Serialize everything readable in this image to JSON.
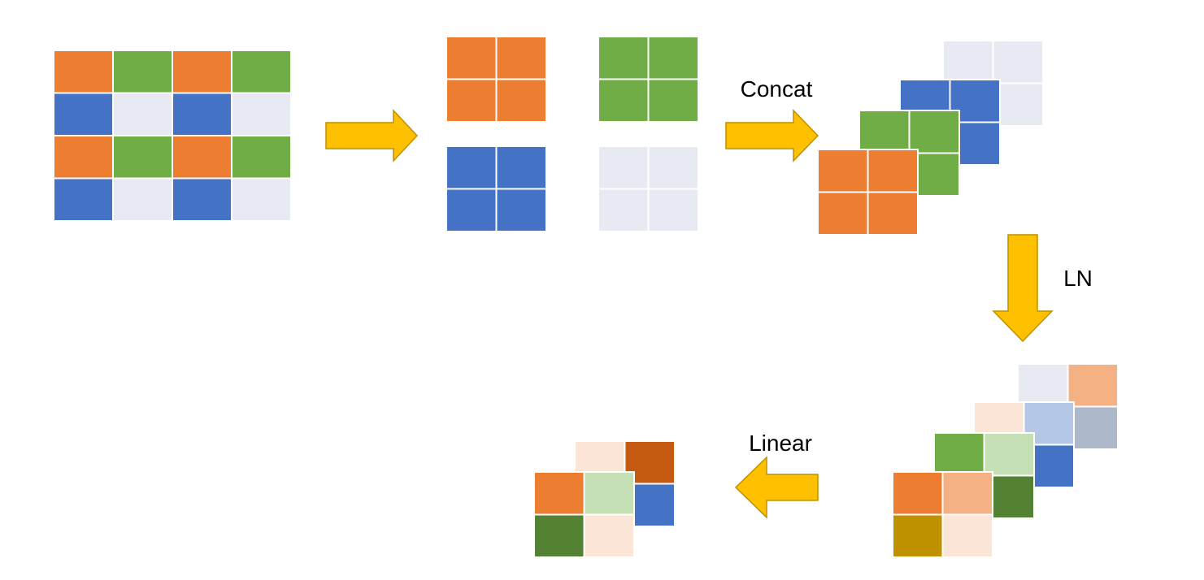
{
  "colors": {
    "orange": "#ED7D31",
    "green": "#70AD47",
    "blue": "#4472C4",
    "lavender": "#E8EAF3",
    "peach": "#F4B183",
    "light_peach": "#FBE5D6",
    "light_green": "#C5E0B4",
    "light_blue": "#B4C7E7",
    "slate": "#ADB9CA",
    "dark_orange": "#C55A11",
    "dark_green": "#548235",
    "gold": "#BF9000",
    "arrow_fill": "#FFC000",
    "arrow_stroke": "#BF9000",
    "cell_border": "#FFFFFF"
  },
  "stages": {
    "input_grid": {
      "rows": [
        [
          "orange",
          "green",
          "orange",
          "green"
        ],
        [
          "blue",
          "lavender",
          "blue",
          "lavender"
        ],
        [
          "orange",
          "green",
          "orange",
          "green"
        ],
        [
          "blue",
          "lavender",
          "blue",
          "lavender"
        ]
      ]
    },
    "split_patches": [
      {
        "color": "orange"
      },
      {
        "color": "green"
      },
      {
        "color": "blue"
      },
      {
        "color": "lavender"
      }
    ],
    "concat_stack": [
      "lavender",
      "blue",
      "green",
      "orange"
    ],
    "ln_stack": [
      [
        [
          "lavender",
          "peach"
        ],
        [
          "light_blue",
          "slate"
        ]
      ],
      [
        [
          "light_peach",
          "light_blue"
        ],
        [
          "light_green",
          "blue"
        ]
      ],
      [
        [
          "green",
          "light_green"
        ],
        [
          "peach",
          "dark_green"
        ]
      ],
      [
        [
          "orange",
          "peach"
        ],
        [
          "gold",
          "light_peach"
        ]
      ]
    ],
    "linear_stack": [
      [
        [
          "light_peach",
          "dark_orange"
        ],
        [
          "light_green",
          "blue"
        ]
      ],
      [
        [
          "orange",
          "light_green"
        ],
        [
          "dark_green",
          "light_peach"
        ]
      ]
    ]
  },
  "operations": {
    "concat": "Concat",
    "ln": "LN",
    "linear": "Linear"
  },
  "arrows": [
    {
      "id": "arrow-split",
      "direction": "right"
    },
    {
      "id": "arrow-concat",
      "direction": "right"
    },
    {
      "id": "arrow-ln",
      "direction": "down"
    },
    {
      "id": "arrow-linear",
      "direction": "left"
    }
  ]
}
